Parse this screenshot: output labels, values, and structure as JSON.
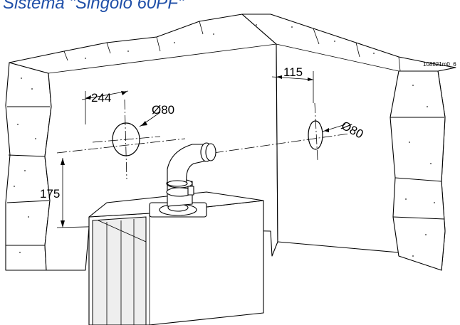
{
  "title": "Sistema \"Singolo 60PF\"",
  "drawing_code": "108821m0_6",
  "dimensions": {
    "d1": "244",
    "d2": "115",
    "d3": "175",
    "dia1": "Ø80",
    "dia2": "Ø80"
  },
  "colors": {
    "title": "#1f4fa8",
    "line": "#000000"
  }
}
